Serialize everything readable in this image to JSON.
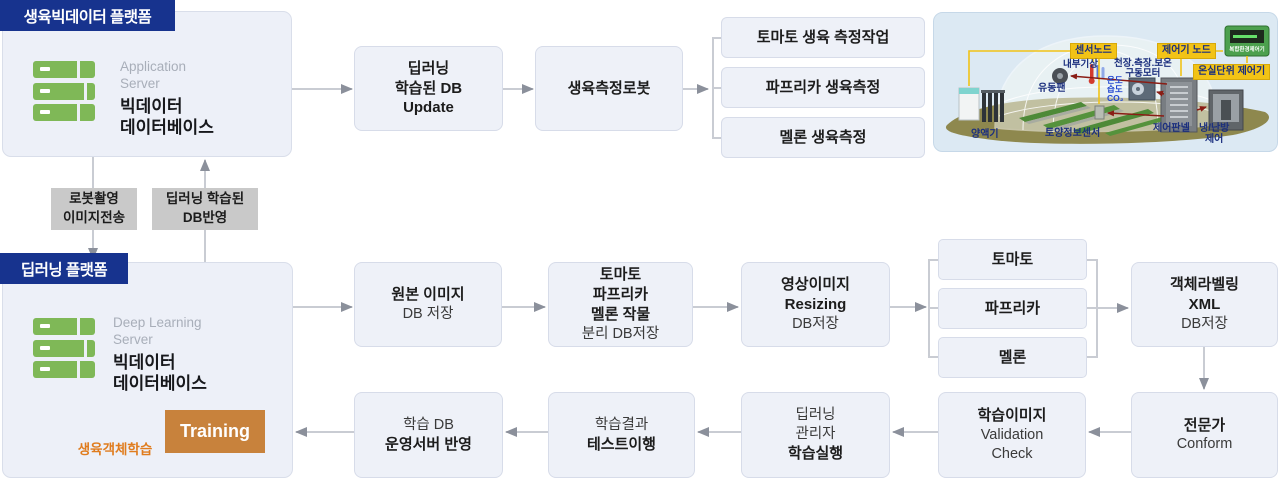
{
  "colors": {
    "accent_blue": "#17338e",
    "box_fill": "#eef1f8",
    "box_border": "#d7dce9",
    "gray_label_box": "#c9c9c9",
    "arrow_line": "#c9ccd3",
    "arrow_head": "#8b909b",
    "server_green": "#7fb857",
    "training_orange": "#c8823c",
    "dark_arrow": "#4a5a63",
    "caption_orange": "#e07c1e",
    "greenhouse_label_yellow": "#f2c316"
  },
  "platform_top": {
    "title": "생육빅데이터 플랫폼",
    "server_type": "Application\nServer",
    "server_name": "빅데이터\n데이터베이스"
  },
  "links": {
    "robot_transfer": "로봇촬영\n이미지전송",
    "db_reflect": "딥러닝 학습된\nDB반영"
  },
  "platform_dl": {
    "title": "딥러닝 플랫폼",
    "server_type": "Deep Learning\nServer",
    "server_name": "빅데이터\n데이터베이스",
    "training": "Training",
    "caption": "생육객체학습"
  },
  "flow_top": {
    "steps": [
      {
        "b": "딥러닝\n학습된 DB\nUpdate",
        "n": ""
      },
      {
        "b": "생육측정로봇",
        "n": ""
      }
    ],
    "tasks": [
      "토마토 생육 측정작업",
      "파프리카 생육측정",
      "멜론 생육측정"
    ]
  },
  "flow_mid": {
    "steps": [
      {
        "b": "원본 이미지",
        "n": "DB 저장"
      },
      {
        "b": "토마토\n파프리카\n멜론 작물",
        "n": "분리 DB저장"
      },
      {
        "b": "영상이미지\nResizing",
        "n": "DB저장"
      }
    ],
    "crops": [
      "토마토",
      "파프리카",
      "멜론"
    ],
    "label_box": {
      "b": "객체라벨링\nXML",
      "n": "DB저장"
    }
  },
  "flow_bottom": {
    "steps": [
      {
        "n": "학습 DB",
        "b": "운영서버 반영"
      },
      {
        "n": "학습결과",
        "b": "테스트이행"
      },
      {
        "n": "딥러닝\n관리자",
        "b": "학습실행"
      },
      {
        "b": "학습이미지",
        "n": "Validation\nCheck"
      },
      {
        "b": "전문가",
        "n": "Conform"
      }
    ]
  },
  "greenhouse": {
    "nodes": {
      "sensor": "센서노드",
      "controller": "제어기 노드",
      "unit": "온실단위 제어기"
    },
    "inner": {
      "weather": "내부기상",
      "motor": "천장.측장.보온\n구동모터",
      "env": "온도\n습도\nCO₂",
      "fan": "유동팬",
      "device": "복합환경제어기"
    },
    "bottom": {
      "nutrient": "양액기",
      "soil": "토양정보센서",
      "panel": "제어판넬",
      "hvac": "냉/난방\n제어"
    }
  }
}
